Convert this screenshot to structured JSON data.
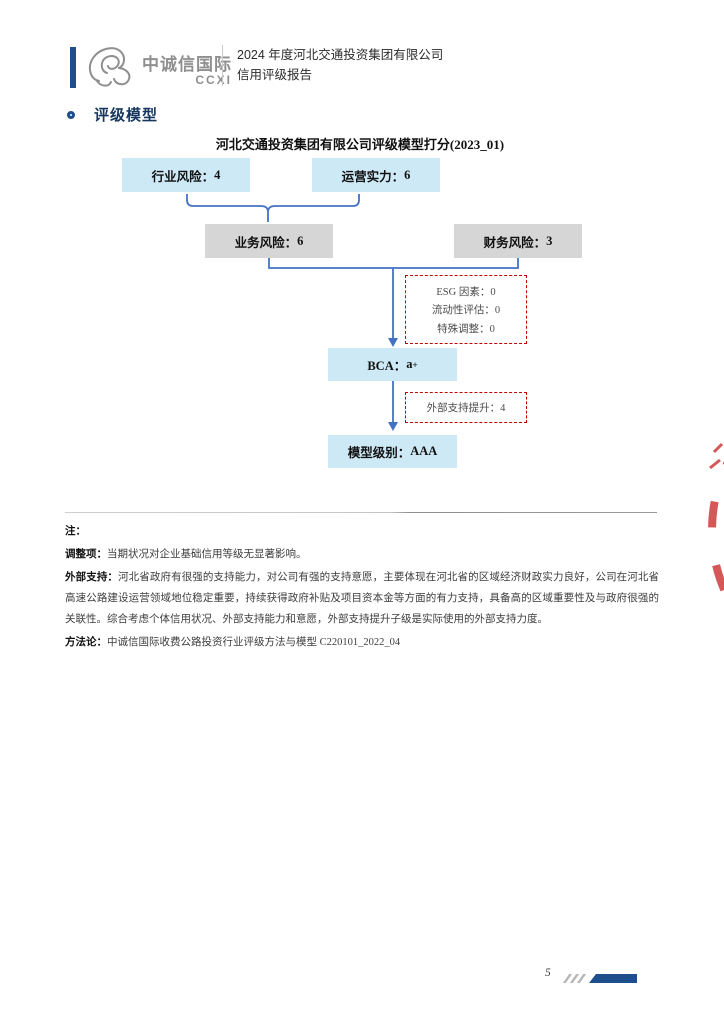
{
  "header": {
    "logo_name": "中诚信国际",
    "logo_abbr": "CCXI",
    "title_line1": "2024 年度河北交通投资集团有限公司",
    "title_line2": "信用评级报告"
  },
  "section": {
    "title": "评级模型"
  },
  "diagram": {
    "title": "河北交通投资集团有限公司评级模型打分(2023_01)",
    "nodes": {
      "industry": {
        "label": "行业风险：",
        "value": "4"
      },
      "operation": {
        "label": "运营实力：",
        "value": "6"
      },
      "business": {
        "label": "业务风险：",
        "value": "6"
      },
      "finance": {
        "label": "财务风险：",
        "value": "3"
      },
      "esg": {
        "lines": [
          "ESG 因素：0",
          "流动性评估：0",
          "特殊调整：0"
        ]
      },
      "bca": {
        "label": "BCA：",
        "value": "a",
        "value_sup": "+"
      },
      "support": {
        "label": "外部支持提升：",
        "value": "4"
      },
      "model": {
        "label": "模型级别：",
        "value": "AAA"
      }
    }
  },
  "notes": {
    "head": "注：",
    "adjustment_label": "调整项：",
    "adjustment_text": "当期状况对企业基础信用等级无显著影响。",
    "support_label": "外部支持：",
    "support_text": "河北省政府有很强的支持能力，对公司有强的支持意愿，主要体现在河北省的区域经济财政实力良好，公司在河北省高速公路建设运营领域地位稳定重要，持续获得政府补贴及项目资本金等方面的有力支持，具备高的区域重要性及与政府很强的关联性。综合考虑个体信用状况、外部支持能力和意愿，外部支持提升子级是实际使用的外部支持力度。",
    "methodology_label": "方法论：",
    "methodology_text": "中诚信国际收费公路投资行业评级方法与模型 C220101_2022_04"
  },
  "footer": {
    "page_number": "5"
  },
  "colors": {
    "accent_navy": "#1e4e8c",
    "box_blue": "#cee9f6",
    "box_gray": "#d6d6d6",
    "connector_blue": "#4472c4",
    "dashed_red": "#c00000",
    "stamp_red": "#d03a3a"
  }
}
